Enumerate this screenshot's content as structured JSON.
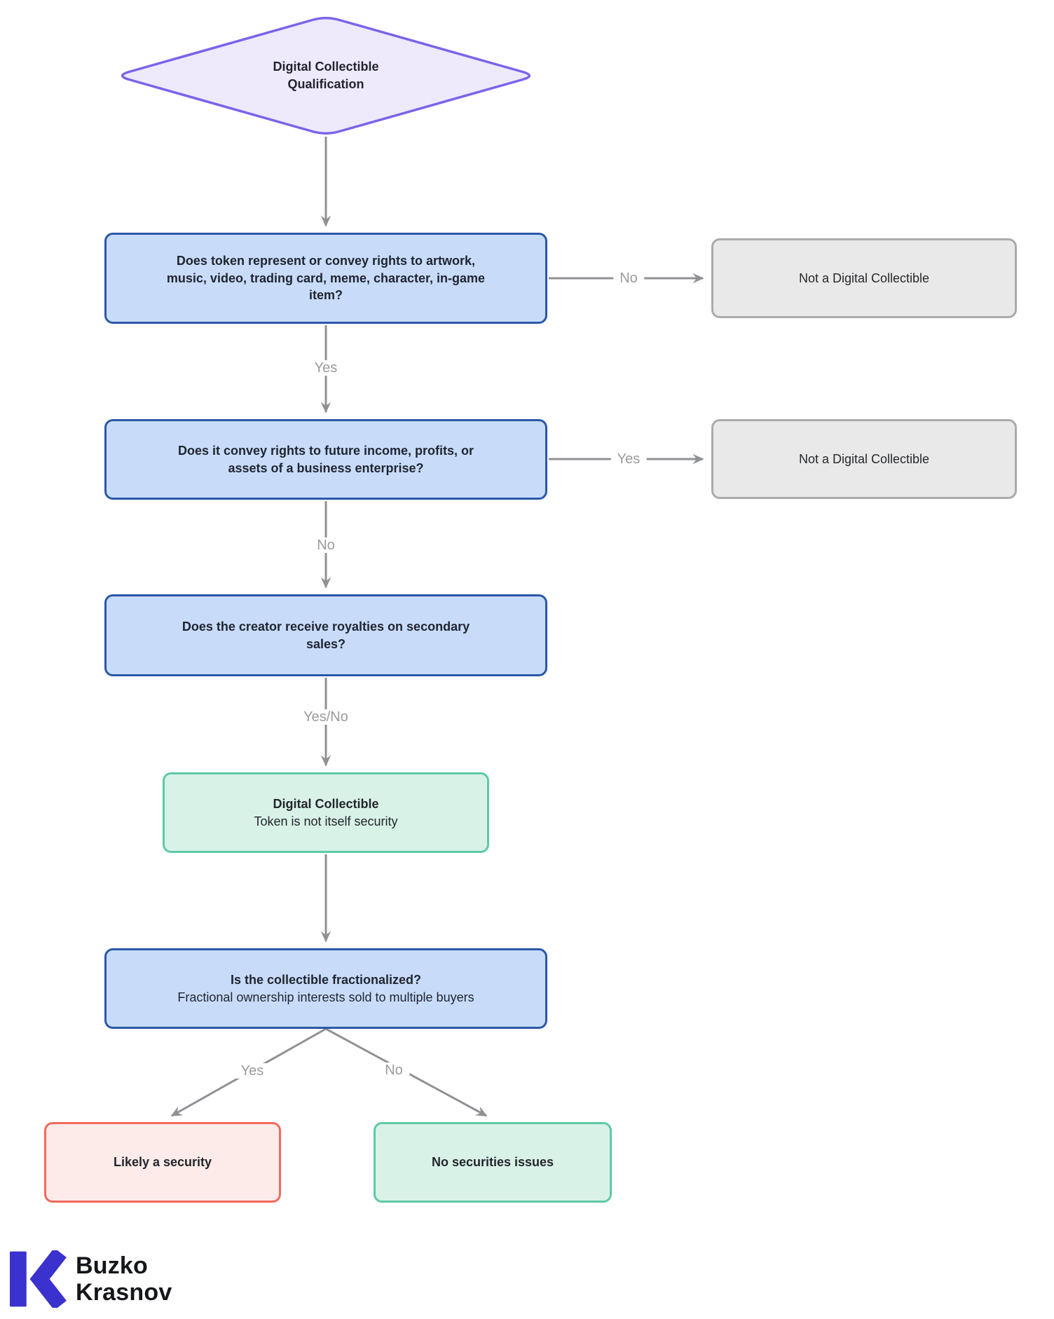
{
  "diagram": {
    "start": {
      "label": "Digital Collectible\nQualification"
    },
    "nodes": {
      "q1": {
        "text": "Does token represent or convey rights to artwork,\nmusic, video, trading card, meme, character, in-game\nitem?"
      },
      "not_collectible_1": {
        "text": "Not a Digital Collectible"
      },
      "q2": {
        "text": "Does it convey rights to future income, profits, or\nassets of a business enterprise?"
      },
      "not_collectible_2": {
        "text": "Not a Digital Collectible"
      },
      "q3": {
        "text": "Does the creator receive royalties on secondary\nsales?"
      },
      "collectible": {
        "title": "Digital Collectible",
        "subtitle": "Token is not itself security"
      },
      "q4": {
        "title": "Is the collectible fractionalized?",
        "subtitle": "Fractional ownership interests sold to multiple buyers"
      },
      "security": {
        "text": "Likely a security"
      },
      "no_issues": {
        "text": "No securities issues"
      }
    },
    "edges": [
      {
        "from": "start",
        "to": "q1",
        "label": ""
      },
      {
        "from": "q1",
        "to": "not_collectible_1",
        "label": "No"
      },
      {
        "from": "q1",
        "to": "q2",
        "label": "Yes"
      },
      {
        "from": "q2",
        "to": "not_collectible_2",
        "label": "Yes"
      },
      {
        "from": "q2",
        "to": "q3",
        "label": "No"
      },
      {
        "from": "q3",
        "to": "collectible",
        "label": "Yes/No"
      },
      {
        "from": "collectible",
        "to": "q4",
        "label": ""
      },
      {
        "from": "q4",
        "to": "security",
        "label": "Yes"
      },
      {
        "from": "q4",
        "to": "no_issues",
        "label": "No"
      }
    ],
    "colors": {
      "start_fill": "#eeeafc",
      "start_border": "#7c63ea",
      "question_fill": "#c8dcf9",
      "question_border": "#2b58a8",
      "terminal_gray_fill": "#e9e9e9",
      "terminal_gray_border": "#a9abad",
      "positive_fill": "#d9f2e8",
      "positive_border": "#5fc9a6",
      "negative_fill": "#fcebe8",
      "negative_border": "#f2695c",
      "edge_line": "#8f9194",
      "edge_label_text": "#9b9b9b",
      "logo_blue": "#3a31cf"
    }
  },
  "footer": {
    "logo_line1": "Buzko",
    "logo_line2": "Krasnov"
  }
}
